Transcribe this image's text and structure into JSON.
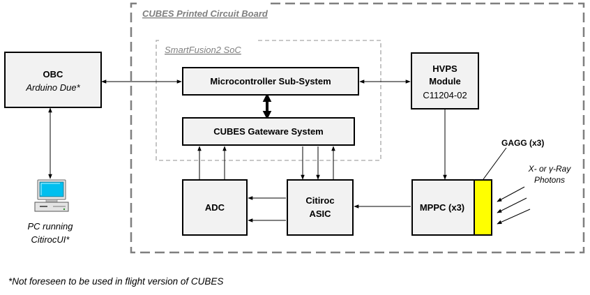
{
  "frames": {
    "pcb_label": "CUBES Printed Circuit Board",
    "soc_label": "SmartFusion2 SoC"
  },
  "blocks": {
    "obc": {
      "title": "OBC",
      "subtitle": "Arduino Due*"
    },
    "mss": {
      "title": "Microcontroller Sub-System"
    },
    "gateware": {
      "title": "CUBES Gateware System"
    },
    "hvps": {
      "line1": "HVPS",
      "line2": "Module",
      "part": "C11204-02"
    },
    "adc": {
      "title": "ADC"
    },
    "citiroc": {
      "line1": "Citiroc",
      "line2": "ASIC"
    },
    "mppc": {
      "title": "MPPC (x3)"
    }
  },
  "labels": {
    "gagg": "GAGG (x3)",
    "photons_line1": "X- or γ-Ray",
    "photons_line2": "Photons",
    "pc_line1": "PC running",
    "pc_line2": "CitirocUI*"
  },
  "footnote": "*Not foreseen to be used in flight version of CUBES",
  "colors": {
    "block_fill": "#f2f2f2",
    "scintillator": "#ffff00",
    "frame_gray": "#7f7f7f"
  },
  "icons": {
    "pc": "desktop-computer-icon"
  }
}
